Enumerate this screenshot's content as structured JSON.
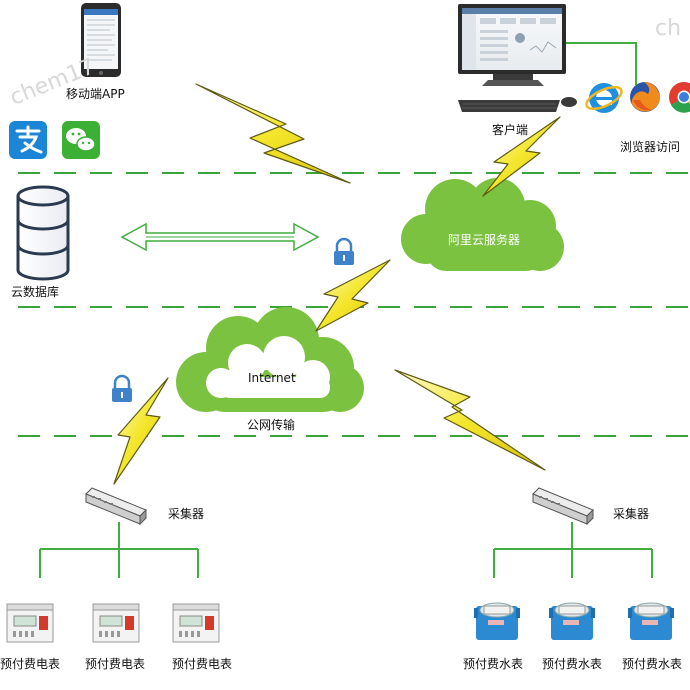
{
  "watermarks": [
    "chem17",
    "ch"
  ],
  "labels": {
    "mobile_app": "移动端APP",
    "client": "客户端",
    "browser": "浏览器访问",
    "cloud_db": "云数据库",
    "aliyun": "阿里云服务器",
    "internet": "Internet",
    "public_net": "公网传输",
    "collector_left": "采集器",
    "collector_right": "采集器",
    "meters": [
      "预付费电表",
      "预付费电表",
      "预付费电表",
      "预付费水表",
      "预付费水表",
      "预付费水表"
    ]
  },
  "icons": [
    "alipay-icon",
    "wechat-icon",
    "ie-icon",
    "firefox-icon",
    "chrome-icon",
    "lock-icon"
  ],
  "colors": {
    "cloud_green": "#7cc241",
    "dash_green": "#3aa33a",
    "line_green": "#3fae3f",
    "bolt_yellow": "#f3e52a",
    "alipay_blue": "#1b86d6",
    "wechat_green": "#3cb035",
    "water_meter_blue": "#2b8ad1"
  }
}
